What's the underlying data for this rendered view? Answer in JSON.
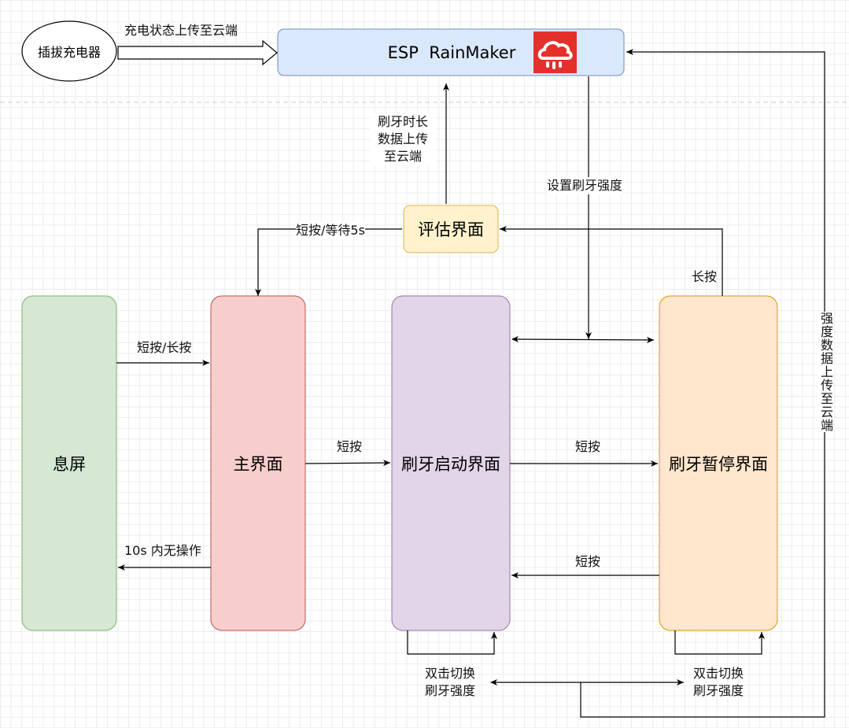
{
  "nodes": {
    "charger": "插拔充电器",
    "cloud": "ESP  RainMaker",
    "evaluate": "评估界面",
    "screen_off": "息屏",
    "main": "主界面",
    "brush_start": "刷牙启动界面",
    "brush_pause": "刷牙暂停界面"
  },
  "edges": {
    "charge_upload": "充电状态上传至云端",
    "brush_time_upload": "刷牙时长\n数据上传\n至云端",
    "set_intensity": "设置刷牙强度",
    "short_or_wait": "短按/等待5s",
    "long_press_pause": "长按",
    "short_long_press": "短按/长按",
    "short_press_main": "短按",
    "short_press_start": "短按",
    "short_press_pause": "短按",
    "idle_10s": "10s 内无操作",
    "dbl_click_start": "双击切换\n刷牙强度",
    "dbl_click_pause": "双击切换\n刷牙强度",
    "intensity_upload": "强度数据上传至云端"
  },
  "colors": {
    "cloud_fill": "#dae8fc",
    "cloud_stroke": "#6c8ebf",
    "evaluate_fill": "#fff2cc",
    "evaluate_stroke": "#d6b656",
    "screen_off_fill": "#d5e8d4",
    "screen_off_stroke": "#82b366",
    "main_fill": "#f8cecc",
    "main_stroke": "#b85450",
    "brush_start_fill": "#e1d5e7",
    "brush_start_stroke": "#9673a6",
    "brush_pause_fill": "#ffe6cc",
    "brush_pause_stroke": "#d79b00",
    "logo_bg": "#e4302b"
  },
  "icons": {
    "logo": "rainmaker-cloud-icon"
  }
}
